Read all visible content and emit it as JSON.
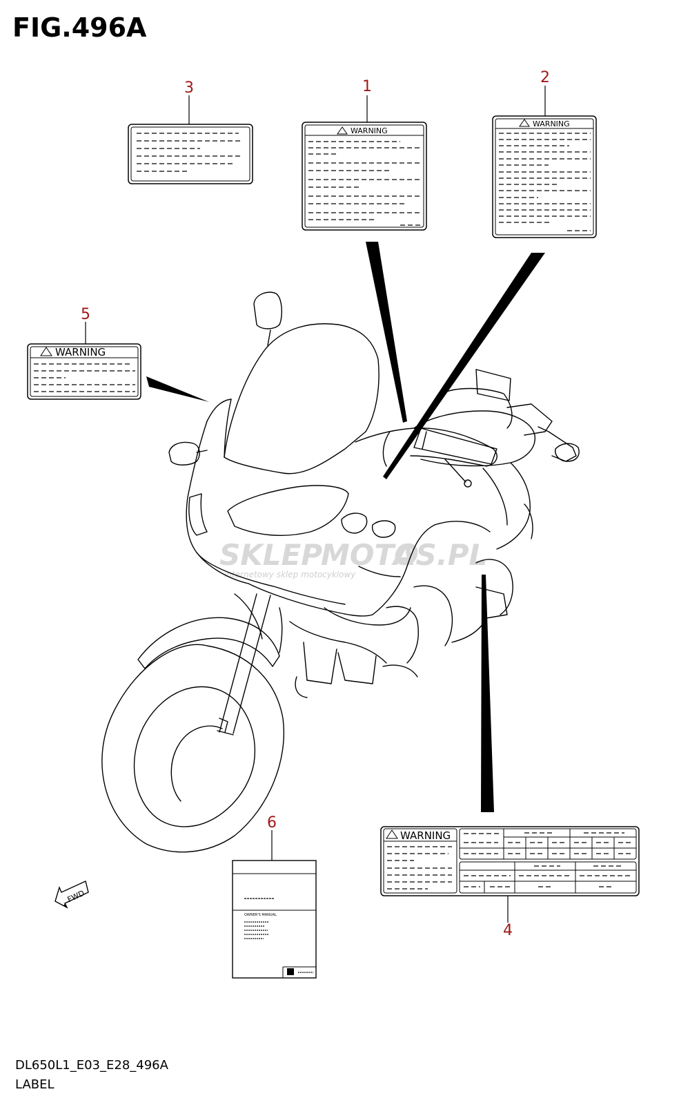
{
  "figure": {
    "title": "FIG.496A",
    "code": "DL650L1_E03_E28_496A",
    "caption": "LABEL"
  },
  "callouts": [
    {
      "id": "1",
      "label": "1"
    },
    {
      "id": "2",
      "label": "2"
    },
    {
      "id": "3",
      "label": "3"
    },
    {
      "id": "4",
      "label": "4"
    },
    {
      "id": "5",
      "label": "5"
    },
    {
      "id": "6",
      "label": "6"
    }
  ],
  "labels": {
    "warning_text": "WARNING",
    "manual_title": "OWNER'S MANUAL",
    "direction_arrow": "FWD"
  },
  "watermark": {
    "brand_a": "SKLEP",
    "brand_b": "MOTO",
    "brand_c": "AS.PL",
    "tagline": "internetowy sklep motocyklowy"
  },
  "colors": {
    "callout": "#a01818",
    "line": "#000000",
    "watermark": "#d8d8d8"
  }
}
